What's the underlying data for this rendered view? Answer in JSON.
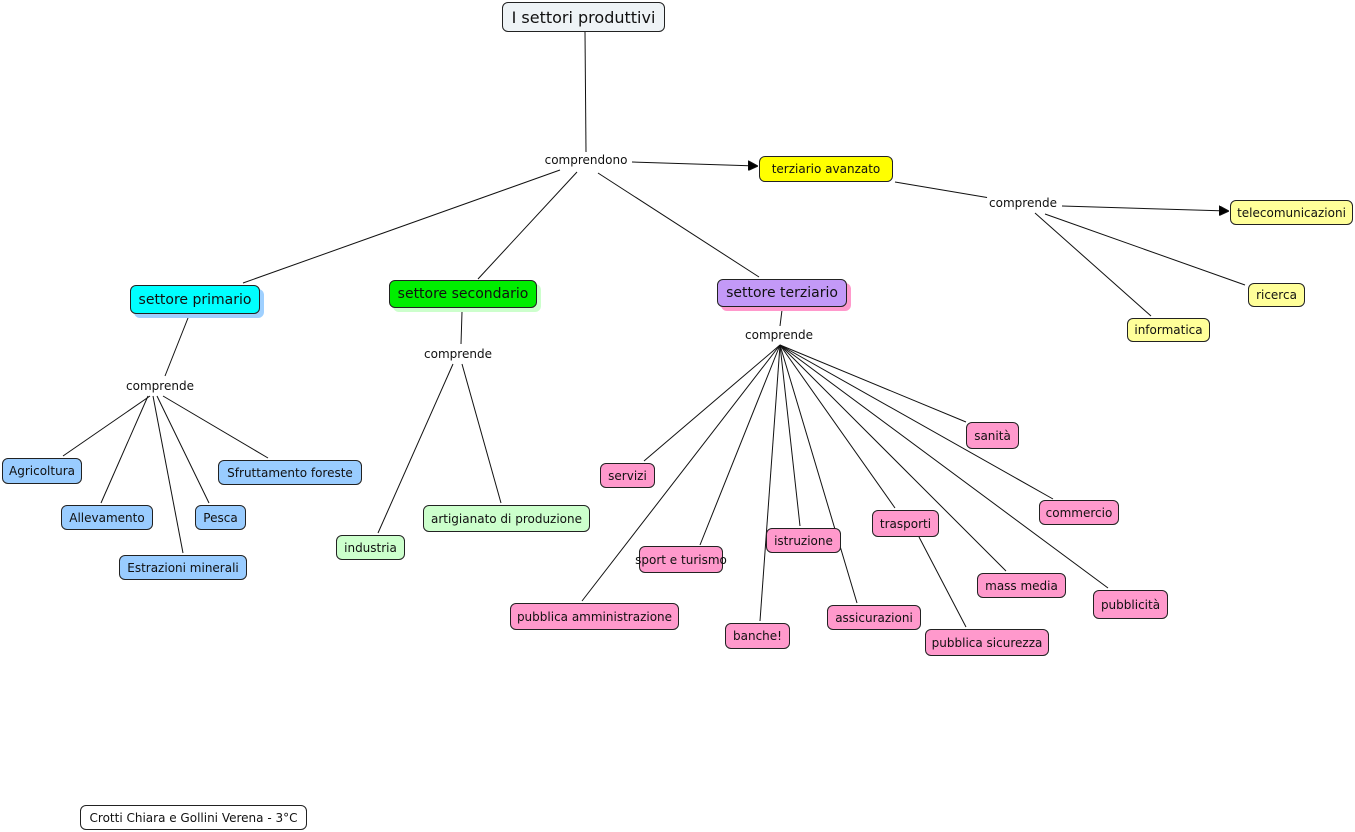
{
  "root": "I settori produttivi",
  "links": {
    "comprendono": "comprendono",
    "comprende_avanzato": "comprende",
    "comprende_primario": "comprende",
    "comprende_secondario": "comprende",
    "comprende_terziario": "comprende"
  },
  "sectors": {
    "primario": "settore primario",
    "secondario": "settore secondario",
    "terziario": "settore terziario",
    "avanzato": "terziario avanzato"
  },
  "avanzato_items": [
    "telecomunicazioni",
    "ricerca",
    "informatica"
  ],
  "primario_items": [
    "Agricoltura",
    "Allevamento",
    "Estrazioni minerali",
    "Pesca",
    "Sfruttamento foreste"
  ],
  "secondario_items": [
    "industria",
    "artigianato di produzione"
  ],
  "terziario_items": [
    "servizi",
    "sport e turismo",
    "pubblica amministrazione",
    "banche!",
    "istruzione",
    "assicurazioni",
    "trasporti",
    "pubblica sicurezza",
    "mass media",
    "sanità",
    "commercio",
    "pubblicità"
  ],
  "footer": "Crotti Chiara e Gollini Verena - 3°C",
  "colors": {
    "root": "#eef3f6",
    "primario": "#00ffff",
    "secondario": "#00ff00",
    "terziario": "#c399f7",
    "avanzato": "#ffff00"
  }
}
